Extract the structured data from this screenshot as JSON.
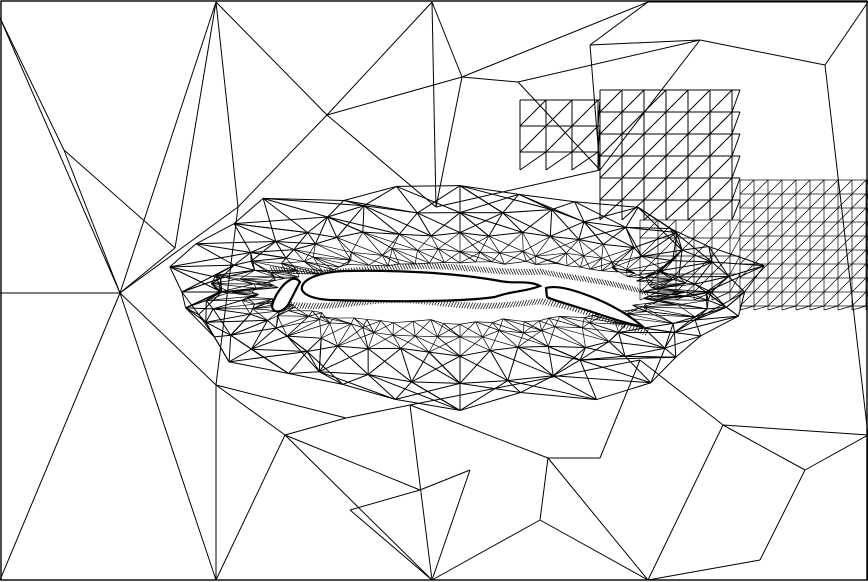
{
  "figure": {
    "kind": "unstructured triangular mesh around a multi-element airfoil",
    "colors": {
      "background": "#ffffff",
      "lines": "#000000"
    },
    "components": [
      "slat",
      "main-element",
      "flap"
    ],
    "text": []
  }
}
